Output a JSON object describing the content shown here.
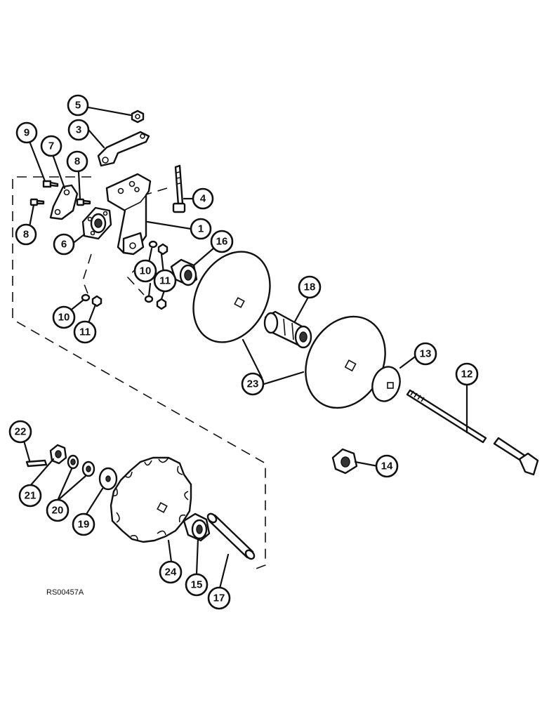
{
  "figure": {
    "reference_code": "RS00457A"
  },
  "callouts": {
    "c1": "1",
    "c3": "3",
    "c4": "4",
    "c5": "5",
    "c6": "6",
    "c7": "7",
    "c8a": "8",
    "c8b": "8",
    "c9": "9",
    "c10a": "10",
    "c10b": "10",
    "c11a": "11",
    "c11b": "11",
    "c12": "12",
    "c13": "13",
    "c14": "14",
    "c15": "15",
    "c16": "16",
    "c17": "17",
    "c18": "18",
    "c19": "19",
    "c20": "20",
    "c21": "21",
    "c22": "22",
    "c23": "23",
    "c24": "24"
  }
}
